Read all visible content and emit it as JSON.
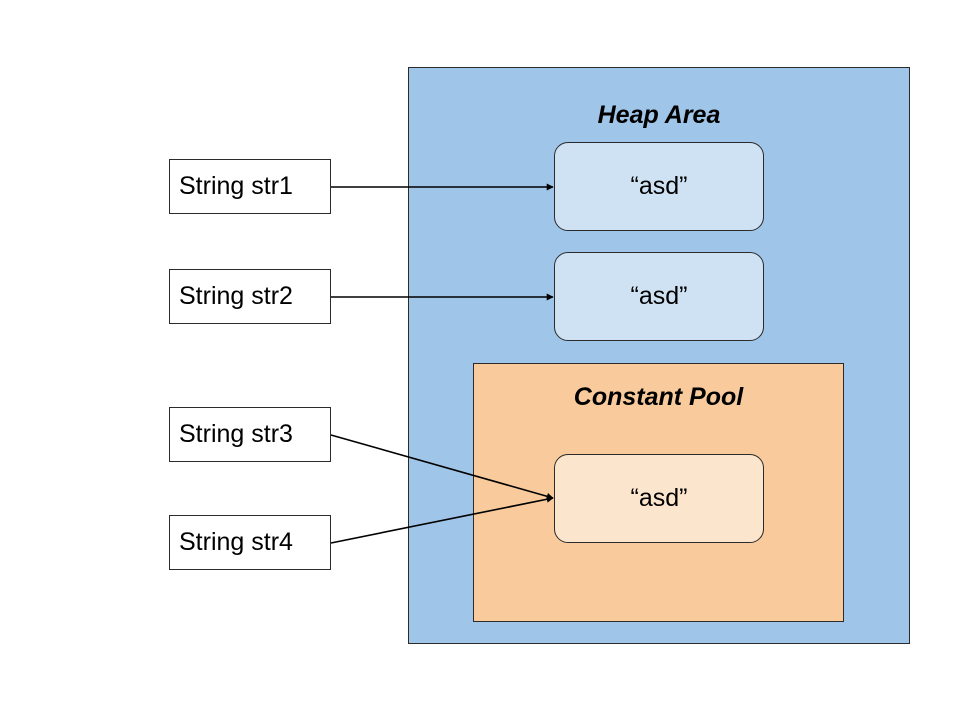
{
  "heap": {
    "title": "Heap Area",
    "fill": "#9fc5e8"
  },
  "pool": {
    "title": "Constant Pool",
    "fill": "#f9cb9c"
  },
  "objects": [
    {
      "label": "“asd”",
      "fill": "#cfe2f3"
    },
    {
      "label": "“asd”",
      "fill": "#cfe2f3"
    },
    {
      "label": "“asd”",
      "fill": "#fce5cd"
    }
  ],
  "references": [
    {
      "label": "String str1"
    },
    {
      "label": "String str2"
    },
    {
      "label": "String str3"
    },
    {
      "label": "String str4"
    }
  ],
  "arrow_color": "#000000"
}
